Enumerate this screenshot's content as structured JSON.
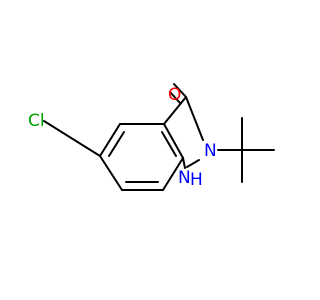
{
  "molecule": {
    "atoms": {
      "chlorine": {
        "label": "Cl",
        "color": "#00a000"
      },
      "oxygen": {
        "label": "O",
        "color": "#ff0000"
      },
      "nitrogen_2": {
        "label": "N",
        "color": "#0000ff"
      },
      "nitrogen_1": {
        "label": "N",
        "color": "#0000ff"
      },
      "nitrogen_1_hydrogen": {
        "label": "H",
        "color": "#0000ff"
      }
    },
    "bond_color": "#000000"
  }
}
